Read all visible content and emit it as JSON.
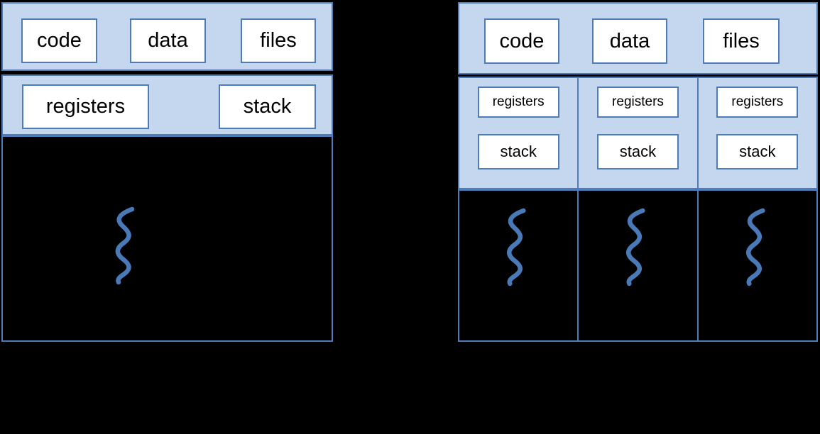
{
  "figure": {
    "description_left": "single-threaded process diagram",
    "description_right": "multithreaded process diagram"
  },
  "colors": {
    "background": "#000000",
    "panel_fill": "#c5d7ef",
    "border_blue": "#4e7cb8",
    "box_fill": "#ffffff",
    "text": "#000000",
    "thread_stroke": "#4a79b8",
    "thread_tip": "#a8d4e4"
  },
  "left_process": {
    "shared_boxes": [
      {
        "label": "code"
      },
      {
        "label": "data"
      },
      {
        "label": "files"
      }
    ],
    "registers_label": "registers",
    "stack_label": "stack",
    "thread_count": 1
  },
  "right_process": {
    "shared_boxes": [
      {
        "label": "code"
      },
      {
        "label": "data"
      },
      {
        "label": "files"
      }
    ],
    "threads": [
      {
        "registers_label": "registers",
        "stack_label": "stack"
      },
      {
        "registers_label": "registers",
        "stack_label": "stack"
      },
      {
        "registers_label": "registers",
        "stack_label": "stack"
      }
    ],
    "thread_count": 3
  }
}
